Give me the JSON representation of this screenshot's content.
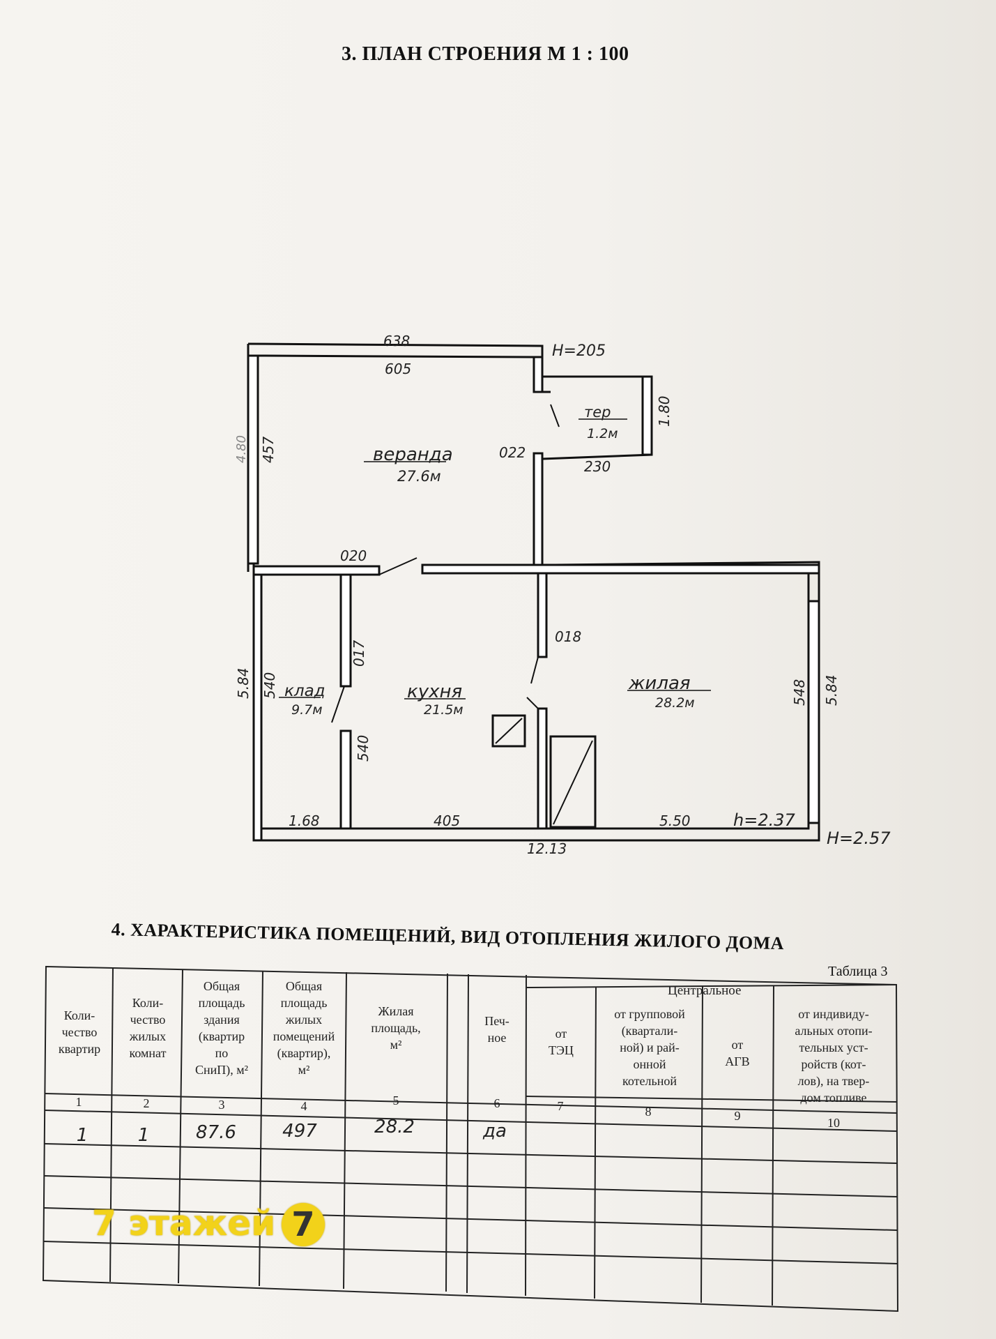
{
  "section3": {
    "title": "3. ПЛАН СТРОЕНИЯ М 1 : 100"
  },
  "plan": {
    "rooms": [
      {
        "name": "веранда",
        "area": "27.6м"
      },
      {
        "name": "тер",
        "area": "1.2м"
      },
      {
        "name": "клад",
        "area": "9.7м"
      },
      {
        "name": "кухня",
        "area": "21.5м"
      },
      {
        "name": "жилая",
        "area": "28.2м"
      }
    ],
    "dimensions": {
      "top_outer": "638",
      "top_inner": "605",
      "height_veranda": "H=205",
      "terrace_depth": "1.80",
      "terrace_width": "230",
      "wall_022": "022",
      "left_outer_veranda": "4.80",
      "left_inner_veranda": "457",
      "partition_020": "020",
      "partition_017": "017",
      "partition_018": "018",
      "left_outer_house": "5.84",
      "left_inner_klad": "540",
      "kitchen_540": "540",
      "right_inner": "548",
      "right_outer": "5.84",
      "bottom_168": "1.68",
      "bottom_405": "405",
      "bottom_550": "5.50",
      "h_inner": "h=2.37",
      "bottom_total": "12.13",
      "h_outer": "H=2.57"
    }
  },
  "section4": {
    "title": "4. ХАРАКТЕРИСТИКА ПОМЕЩЕНИЙ, ВИД ОТОПЛЕНИЯ ЖИЛОГО ДОМА",
    "table_label": "Таблица 3",
    "group_header": "Центральное",
    "headers": [
      [
        "Коли-",
        "чество",
        "квартир"
      ],
      [
        "Коли-",
        "чество",
        "жилых",
        "комнат"
      ],
      [
        "Общая",
        "площадь",
        "здания",
        "(квартир",
        "по",
        "СниП), м²"
      ],
      [
        "Общая",
        "площадь",
        "жилых",
        "помещений",
        "(квартир),",
        "м²"
      ],
      [
        "Жилая",
        "площадь,",
        "м²"
      ],
      [
        "Печ-",
        "ное"
      ],
      [
        "от",
        "ТЭЦ"
      ],
      [
        "от групповой",
        "(квартали-",
        "ной) и рай-",
        "онной",
        "котельной"
      ],
      [
        "от",
        "АГВ"
      ],
      [
        "от индивиду-",
        "альных отопи-",
        "тельных уст-",
        "ройств (кот-",
        "лов), на твер-",
        "дом топливе"
      ]
    ],
    "col_numbers": [
      "1",
      "2",
      "3",
      "4",
      "5",
      "6",
      "7",
      "8",
      "9",
      "10"
    ],
    "row1": [
      "1",
      "1",
      "87.6",
      "497",
      "28.2",
      "да"
    ]
  },
  "watermark": {
    "text": "7 этажей",
    "logo": "7"
  }
}
